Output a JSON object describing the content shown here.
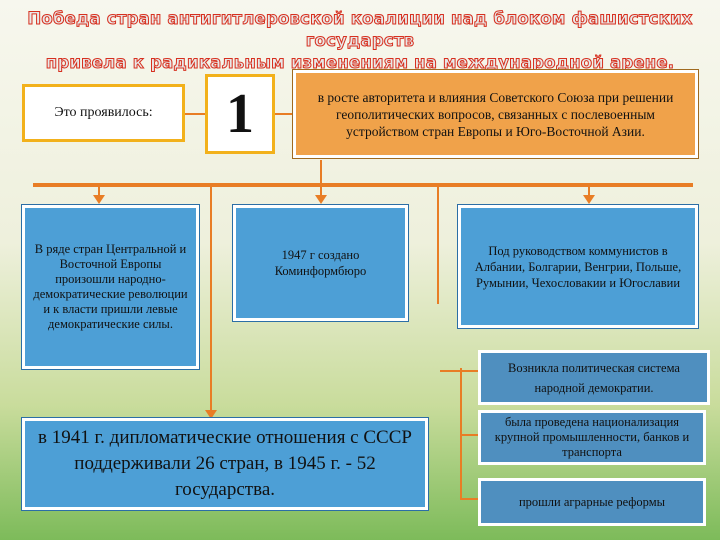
{
  "title": {
    "line1": "Победа стран антигитлеровской коалиции над блоком фашистских государств",
    "line2": "привела к радикальным изменениям на международной арене."
  },
  "label_box": {
    "text": "Это проявилось:"
  },
  "number_box": {
    "text": "1"
  },
  "point1": {
    "text": "в росте авторитета и влияния Советского Союза при решении геополитических вопросов, связанных с послевоенным устройством стран Европы и Юго-Восточной Азии."
  },
  "col1": {
    "text": "В ряде стран Центральной и Восточной Европы произошли народно-демократические революции и к власти пришли левые демократические силы."
  },
  "col2": {
    "text": "1947 г создано Коминформбюро"
  },
  "col3": {
    "text": "Под руководством коммунистов в Албании, Болгарии, Венгрии, Польше, Румынии, Чехословакии и Югославии"
  },
  "result1": {
    "text": "Возникла политическая система народной демократии."
  },
  "result2": {
    "text": "была проведена национализация крупной промышленности, банков и транспорта"
  },
  "result3": {
    "text": "прошли аграрные реформы"
  },
  "diplomacy": {
    "text": "в 1941 г. дипломатические отношения с СССР поддерживали 26 стран, в 1945 г. - 52 государства."
  }
}
